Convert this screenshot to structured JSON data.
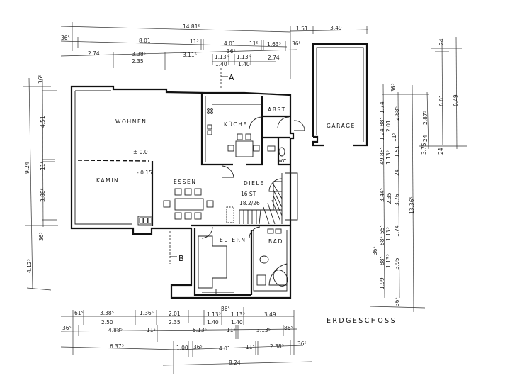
{
  "plan": {
    "title": "ERDGESCHOSS",
    "section_markers": [
      "A",
      "B"
    ],
    "levels": {
      "upper": "± 0.0",
      "lower": "- 0.15"
    },
    "stair": {
      "steps": "16 ST.",
      "ratio": "18.2/26"
    }
  },
  "rooms": {
    "wohnen": "WOHNEN",
    "kamin": "KAMIN",
    "essen": "ESSEN",
    "kueche": "KÜCHE",
    "abst": "ABST.",
    "wc": "WC",
    "diele": "DIELE",
    "eltern": "ELTERN",
    "bad": "BAD",
    "garage": "GARAGE"
  },
  "dimensions": {
    "top": {
      "overall": "14.81⁵",
      "row2": [
        "36⁵",
        "8.01",
        "11⁵",
        "4.01",
        "11⁵",
        "1.63⁵",
        "36⁵"
      ],
      "row3": [
        "2.74",
        "3.38⁵",
        "3.11⁵",
        "1.13⁵",
        "36⁵",
        "1.13⁵",
        "2.74"
      ],
      "row3_sub": [
        "2.35",
        "1.40",
        "1.40"
      ],
      "garage": [
        "1.51",
        "3.49"
      ]
    },
    "left": {
      "row": [
        "36⁵",
        "4.51",
        "11⁵",
        "3.88⁵",
        "36⁵"
      ],
      "overall": "9.24",
      "lower": "4.12⁵"
    },
    "right": {
      "garage_outer": [
        "24",
        "6.01",
        "6.49",
        "24"
      ],
      "col1": [
        "1.74",
        "88⁵",
        "1.24",
        "49",
        "88⁵",
        "3.44⁵",
        "55⁵",
        "88⁵",
        "36⁵",
        "88⁵",
        "1.99"
      ],
      "col2": [
        "36⁵",
        "2.01",
        "11⁵",
        "1.13⁵",
        "2.35",
        "1.13⁵",
        "1.13⁵"
      ],
      "col3": [
        "2.88⁵",
        "1.51",
        "24",
        "3.76",
        "1.74",
        "3.95",
        "36⁵"
      ],
      "col4": [
        "2.87⁵",
        "24",
        "3.75"
      ],
      "overall": "13.36⁵"
    },
    "bottom": {
      "row1": [
        "61⁵",
        "3.38⁵",
        "1.36⁵",
        "2.01",
        "1.13⁵",
        "36⁵",
        "1.13⁵",
        "3.49"
      ],
      "row1_sub": [
        "2.50",
        "2.35",
        "1.40",
        "1.40"
      ],
      "row2": [
        "36⁵",
        "4.88⁵",
        "11⁵",
        "5.13⁵",
        "11⁵",
        "3.13⁵",
        "86⁵"
      ],
      "row3": [
        "6.37⁵",
        "1.00",
        "36⁵",
        "4.01",
        "11⁵",
        "2.38⁵",
        "36⁵"
      ],
      "overall": "8.24"
    }
  }
}
